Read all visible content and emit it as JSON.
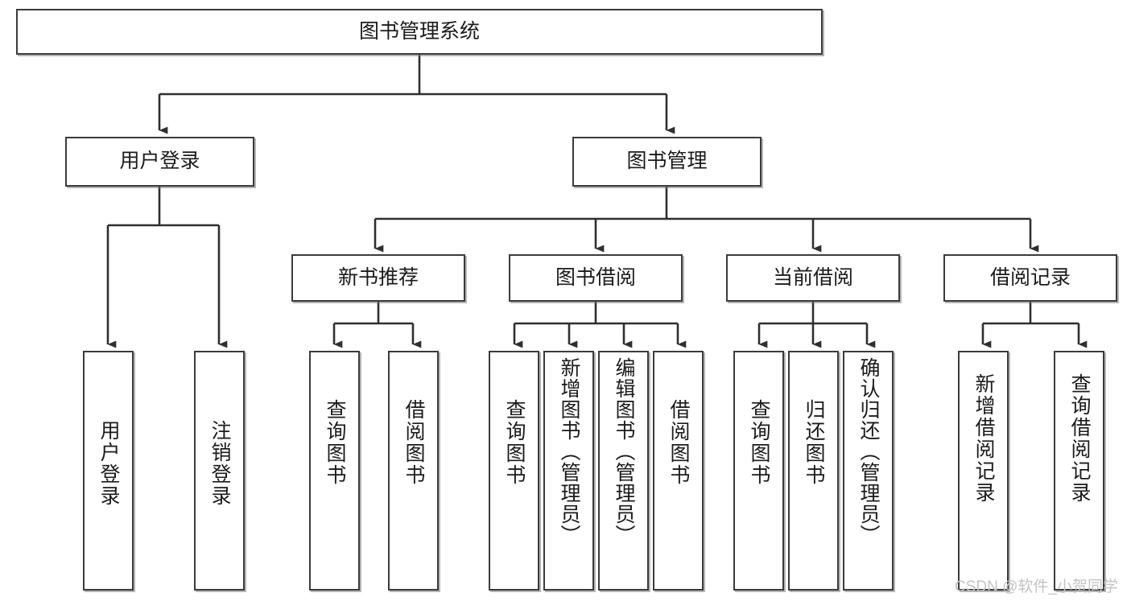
{
  "diagram": {
    "title": "图书管理系统",
    "type": "tree-hierarchy",
    "colors": {
      "border": "#3b3b3b",
      "background": "#ffffff",
      "text": "#1b1b1b",
      "edge": "#2f2f2f",
      "watermark": "#c3c3c3"
    },
    "root": {
      "label": "图书管理系统"
    },
    "level2": [
      {
        "label": "用户登录"
      },
      {
        "label": "图书管理"
      }
    ],
    "level3": [
      {
        "label": "新书推荐"
      },
      {
        "label": "图书借阅"
      },
      {
        "label": "当前借阅"
      },
      {
        "label": "借阅记录"
      }
    ],
    "leaves": {
      "user_login": [
        {
          "label": "用户登录"
        },
        {
          "label": "注销登录"
        }
      ],
      "new_book_recommend": [
        {
          "label": "查询图书"
        },
        {
          "label": "借阅图书"
        }
      ],
      "book_borrow": [
        {
          "label": "查询图书"
        },
        {
          "label": "新增图书（管理员）"
        },
        {
          "label": "编辑图书（管理员）"
        },
        {
          "label": "借阅图书"
        }
      ],
      "current_borrow": [
        {
          "label": "查询图书"
        },
        {
          "label": "归还图书"
        },
        {
          "label": "确认归还（管理员）"
        }
      ],
      "borrow_record": [
        {
          "label": "新增借阅记录"
        },
        {
          "label": "查询借阅记录"
        }
      ]
    },
    "watermark": "CSDN @软件_小贺同学"
  }
}
